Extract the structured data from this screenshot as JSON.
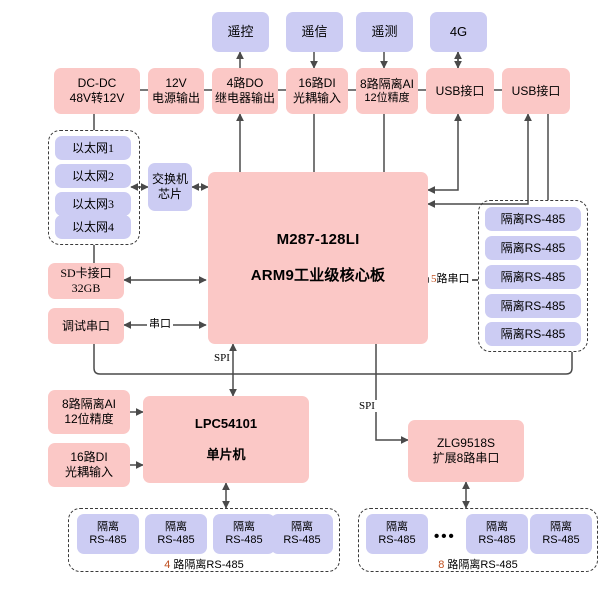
{
  "colors": {
    "pink": "#fbc8c6",
    "purple": "#ccccf3",
    "wire": "#4a4a4a",
    "dashed_border": "#3a3a3a",
    "accent_text": "#c05020",
    "background": "#ffffff"
  },
  "top_interfaces": [
    {
      "label": "遥控"
    },
    {
      "label": "遥信"
    },
    {
      "label": "遥测"
    },
    {
      "label": "4G"
    }
  ],
  "io_row": [
    {
      "line1": "DC-DC",
      "line2": "48V转12V"
    },
    {
      "line1": "12V",
      "line2": "电源输出"
    },
    {
      "line1": "4路DO",
      "line2": "继电器输出"
    },
    {
      "line1": "16路DI",
      "line2": "光耦输入"
    },
    {
      "line1": "8路隔离AI",
      "line2": "12位精度"
    },
    {
      "line1": "USB接口",
      "line2": ""
    },
    {
      "line1": "USB接口",
      "line2": ""
    }
  ],
  "ethernet_group": {
    "items": [
      {
        "label": "以太网1"
      },
      {
        "label": "以太网2"
      },
      {
        "label": "以太网3"
      },
      {
        "label": "以太网4"
      }
    ]
  },
  "switch_chip": {
    "line1": "交换机",
    "line2": "芯片"
  },
  "storage": {
    "line1": "SD卡接口",
    "line2": "32GB"
  },
  "debug_serial": {
    "line1": "调试串口",
    "line2": ""
  },
  "core_board": {
    "line1": "M287-128LI",
    "line2": "ARM9工业级核心板"
  },
  "mcu_board": {
    "line1": "LPC54101",
    "line2": "单片机"
  },
  "mcu_inputs": [
    {
      "line1": "8路隔离AI",
      "line2": "12位精度"
    },
    {
      "line1": "16路DI",
      "line2": "光耦输入"
    }
  ],
  "uart_expander": {
    "line1": "ZLG9518S",
    "line2": "扩展8路串口"
  },
  "right_rs485_group": {
    "items": [
      {
        "label": "隔离RS-485"
      },
      {
        "label": "隔离RS-485"
      },
      {
        "label": "隔离RS-485"
      },
      {
        "label": "隔离RS-485"
      },
      {
        "label": "隔离RS-485"
      }
    ]
  },
  "bottom_left_group": {
    "caption_num": "4",
    "caption_rest": " 路隔离RS-485",
    "items": [
      {
        "line1": "隔离",
        "line2": "RS-485"
      },
      {
        "line1": "隔离",
        "line2": "RS-485"
      },
      {
        "line1": "隔离",
        "line2": "RS-485"
      },
      {
        "line1": "隔离",
        "line2": "RS-485"
      }
    ]
  },
  "bottom_right_group": {
    "caption_num": "8",
    "caption_rest": " 路隔离RS-485",
    "ellipsis": "•••",
    "items": [
      {
        "line1": "隔离",
        "line2": "RS-485"
      },
      {
        "line1": "隔离",
        "line2": "RS-485"
      },
      {
        "line1": "隔离",
        "line2": "RS-485"
      }
    ]
  },
  "wire_labels": {
    "serial_5way_num": "5",
    "serial_5way_rest": "路串口",
    "serial": "串口",
    "spi_core_to_mcu": "SPI",
    "spi_core_to_expander": "SPI"
  }
}
